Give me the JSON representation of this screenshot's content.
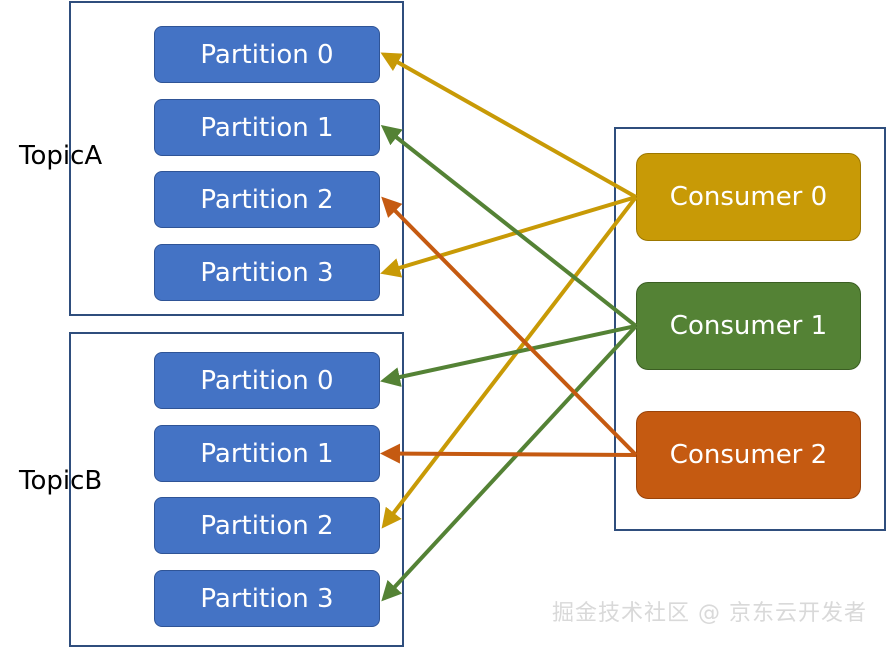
{
  "topics": [
    {
      "label": "TopicA",
      "partitions": [
        "Partition 0",
        "Partition 1",
        "Partition 2",
        "Partition 3"
      ]
    },
    {
      "label": "TopicB",
      "partitions": [
        "Partition 0",
        "Partition 1",
        "Partition 2",
        "Partition 3"
      ]
    }
  ],
  "consumers": [
    {
      "label": "Consumer 0",
      "color": "#c89a06"
    },
    {
      "label": "Consumer 1",
      "color": "#548235"
    },
    {
      "label": "Consumer 2",
      "color": "#c55a11"
    }
  ],
  "assignments": [
    {
      "consumer": 0,
      "topic": 0,
      "partition": 0
    },
    {
      "consumer": 0,
      "topic": 0,
      "partition": 3
    },
    {
      "consumer": 0,
      "topic": 1,
      "partition": 2
    },
    {
      "consumer": 1,
      "topic": 0,
      "partition": 1
    },
    {
      "consumer": 1,
      "topic": 1,
      "partition": 0
    },
    {
      "consumer": 1,
      "topic": 1,
      "partition": 3
    },
    {
      "consumer": 2,
      "topic": 0,
      "partition": 2
    },
    {
      "consumer": 2,
      "topic": 1,
      "partition": 1
    }
  ],
  "watermark": "掘金技术社区 @ 京东云开发者"
}
